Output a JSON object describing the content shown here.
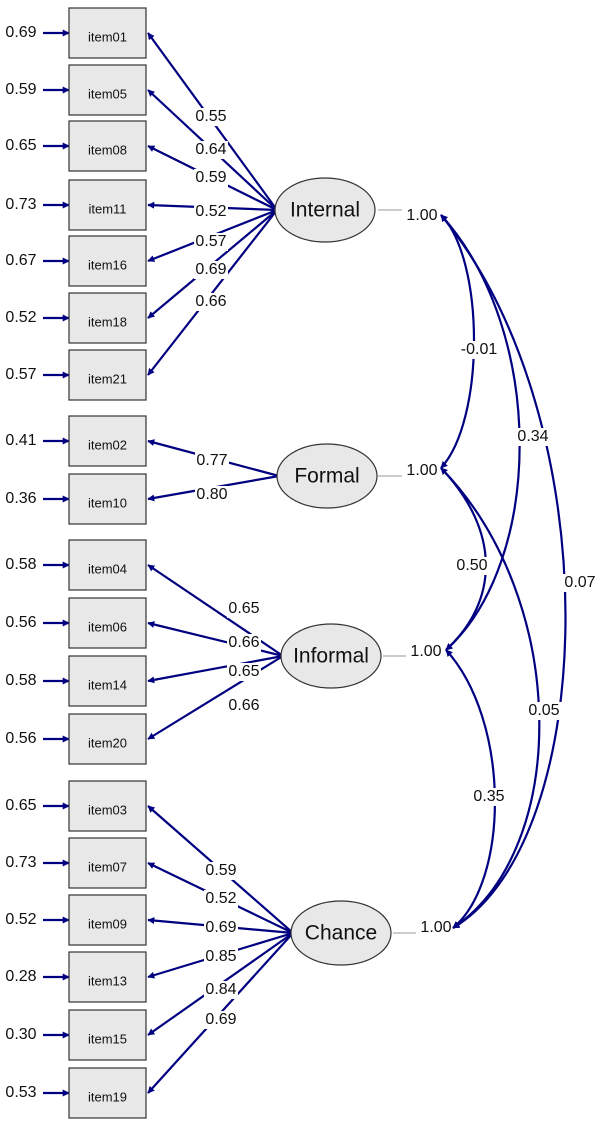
{
  "colors": {
    "path": "#000080",
    "node_fill": "#e8e8e8",
    "node_stroke": "#333333",
    "stub": "#bbbbbb"
  },
  "factors": [
    {
      "id": "internal",
      "label": "Internal",
      "variance": "1.00"
    },
    {
      "id": "formal",
      "label": "Formal",
      "variance": "1.00"
    },
    {
      "id": "informal",
      "label": "Informal",
      "variance": "1.00"
    },
    {
      "id": "chance",
      "label": "Chance",
      "variance": "1.00"
    }
  ],
  "items": [
    {
      "id": "item01",
      "label": "item01",
      "error": "0.69",
      "factor": "internal",
      "loading": "0.55"
    },
    {
      "id": "item05",
      "label": "item05",
      "error": "0.59",
      "factor": "internal",
      "loading": "0.64"
    },
    {
      "id": "item08",
      "label": "item08",
      "error": "0.65",
      "factor": "internal",
      "loading": "0.59"
    },
    {
      "id": "item11",
      "label": "item11",
      "error": "0.73",
      "factor": "internal",
      "loading": "0.52"
    },
    {
      "id": "item16",
      "label": "item16",
      "error": "0.67",
      "factor": "internal",
      "loading": "0.57"
    },
    {
      "id": "item18",
      "label": "item18",
      "error": "0.52",
      "factor": "internal",
      "loading": "0.69"
    },
    {
      "id": "item21",
      "label": "item21",
      "error": "0.57",
      "factor": "internal",
      "loading": "0.66"
    },
    {
      "id": "item02",
      "label": "item02",
      "error": "0.41",
      "factor": "formal",
      "loading": "0.77"
    },
    {
      "id": "item10",
      "label": "item10",
      "error": "0.36",
      "factor": "formal",
      "loading": "0.80"
    },
    {
      "id": "item04",
      "label": "item04",
      "error": "0.58",
      "factor": "informal",
      "loading": "0.65"
    },
    {
      "id": "item06",
      "label": "item06",
      "error": "0.56",
      "factor": "informal",
      "loading": "0.66"
    },
    {
      "id": "item14",
      "label": "item14",
      "error": "0.58",
      "factor": "informal",
      "loading": "0.65"
    },
    {
      "id": "item20",
      "label": "item20",
      "error": "0.56",
      "factor": "informal",
      "loading": "0.66"
    },
    {
      "id": "item03",
      "label": "item03",
      "error": "0.65",
      "factor": "chance",
      "loading": "0.59"
    },
    {
      "id": "item07",
      "label": "item07",
      "error": "0.73",
      "factor": "chance",
      "loading": "0.52"
    },
    {
      "id": "item09",
      "label": "item09",
      "error": "0.52",
      "factor": "chance",
      "loading": "0.69"
    },
    {
      "id": "item13",
      "label": "item13",
      "error": "0.28",
      "factor": "chance",
      "loading": "0.85"
    },
    {
      "id": "item15",
      "label": "item15",
      "error": "0.30",
      "factor": "chance",
      "loading": "0.84"
    },
    {
      "id": "item19",
      "label": "item19",
      "error": "0.53",
      "factor": "chance",
      "loading": "0.69"
    }
  ],
  "correlations": [
    {
      "id": "internal-formal",
      "from": "internal",
      "to": "formal",
      "value": "-0.01"
    },
    {
      "id": "internal-informal",
      "from": "internal",
      "to": "informal",
      "value": "0.34"
    },
    {
      "id": "internal-chance",
      "from": "internal",
      "to": "chance",
      "value": "0.07"
    },
    {
      "id": "formal-informal",
      "from": "formal",
      "to": "informal",
      "value": "0.50"
    },
    {
      "id": "formal-chance",
      "from": "formal",
      "to": "chance",
      "value": "0.05"
    },
    {
      "id": "informal-chance",
      "from": "informal",
      "to": "chance",
      "value": "0.35"
    }
  ]
}
